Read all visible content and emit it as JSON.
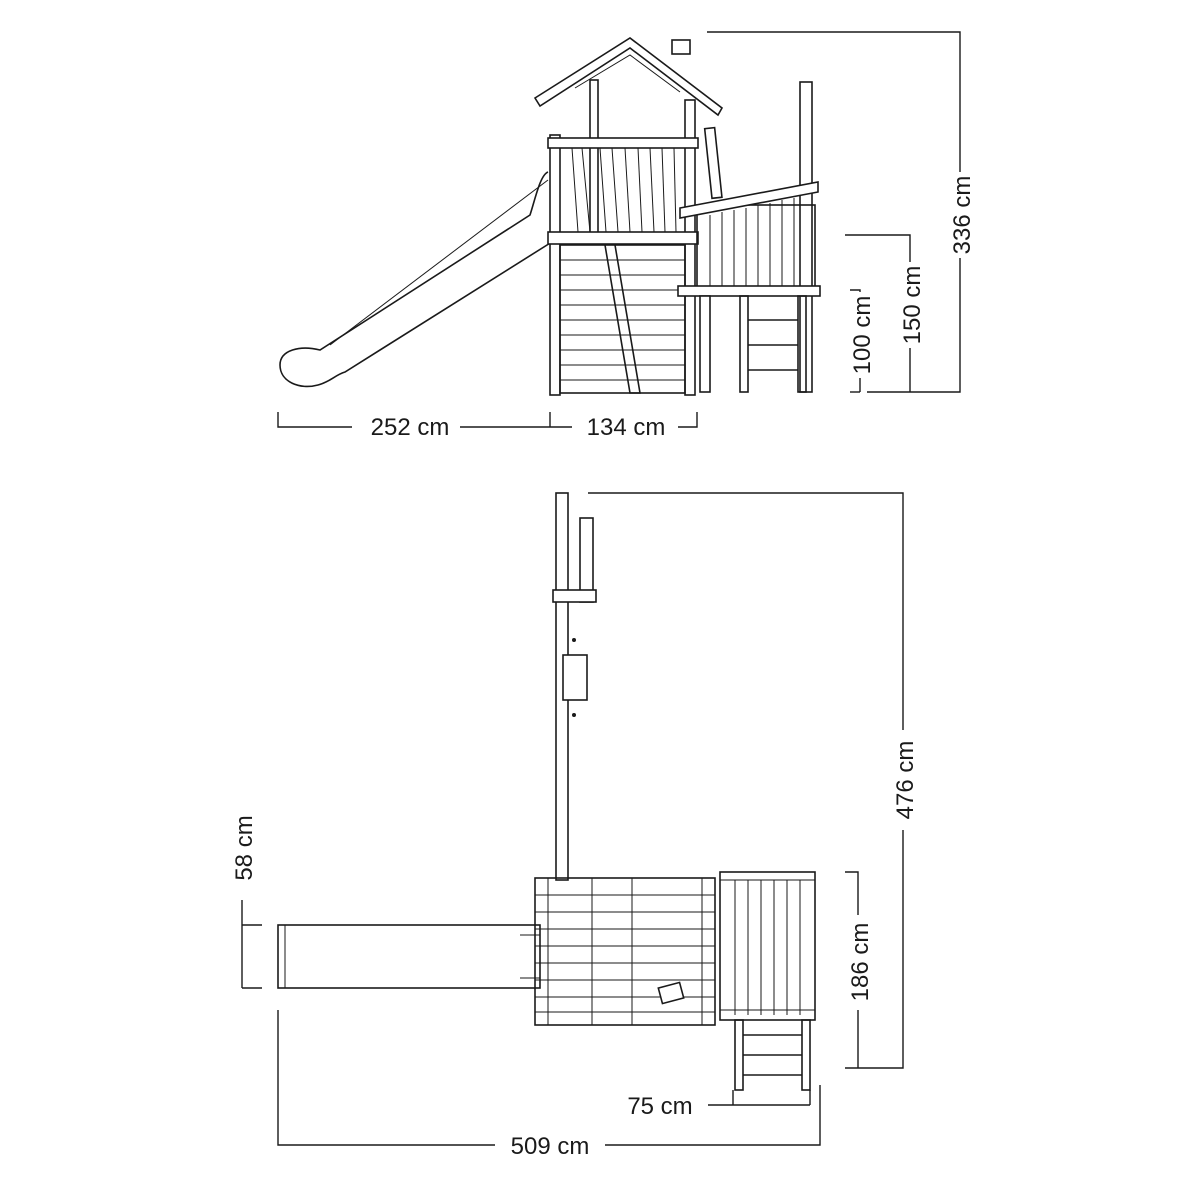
{
  "side_view": {
    "dimensions": {
      "total_height": "336 cm",
      "platform_high": "150 cm",
      "platform_low": "100 cm",
      "slide_length": "252 cm",
      "tower_width": "134 cm"
    }
  },
  "plan_view": {
    "dimensions": {
      "total_depth": "476 cm",
      "deck_depth": "186 cm",
      "slide_width": "58 cm",
      "ladder_width": "75 cm",
      "total_width": "509 cm"
    }
  },
  "colors": {
    "line": "#1a1a1a",
    "background": "#ffffff"
  }
}
